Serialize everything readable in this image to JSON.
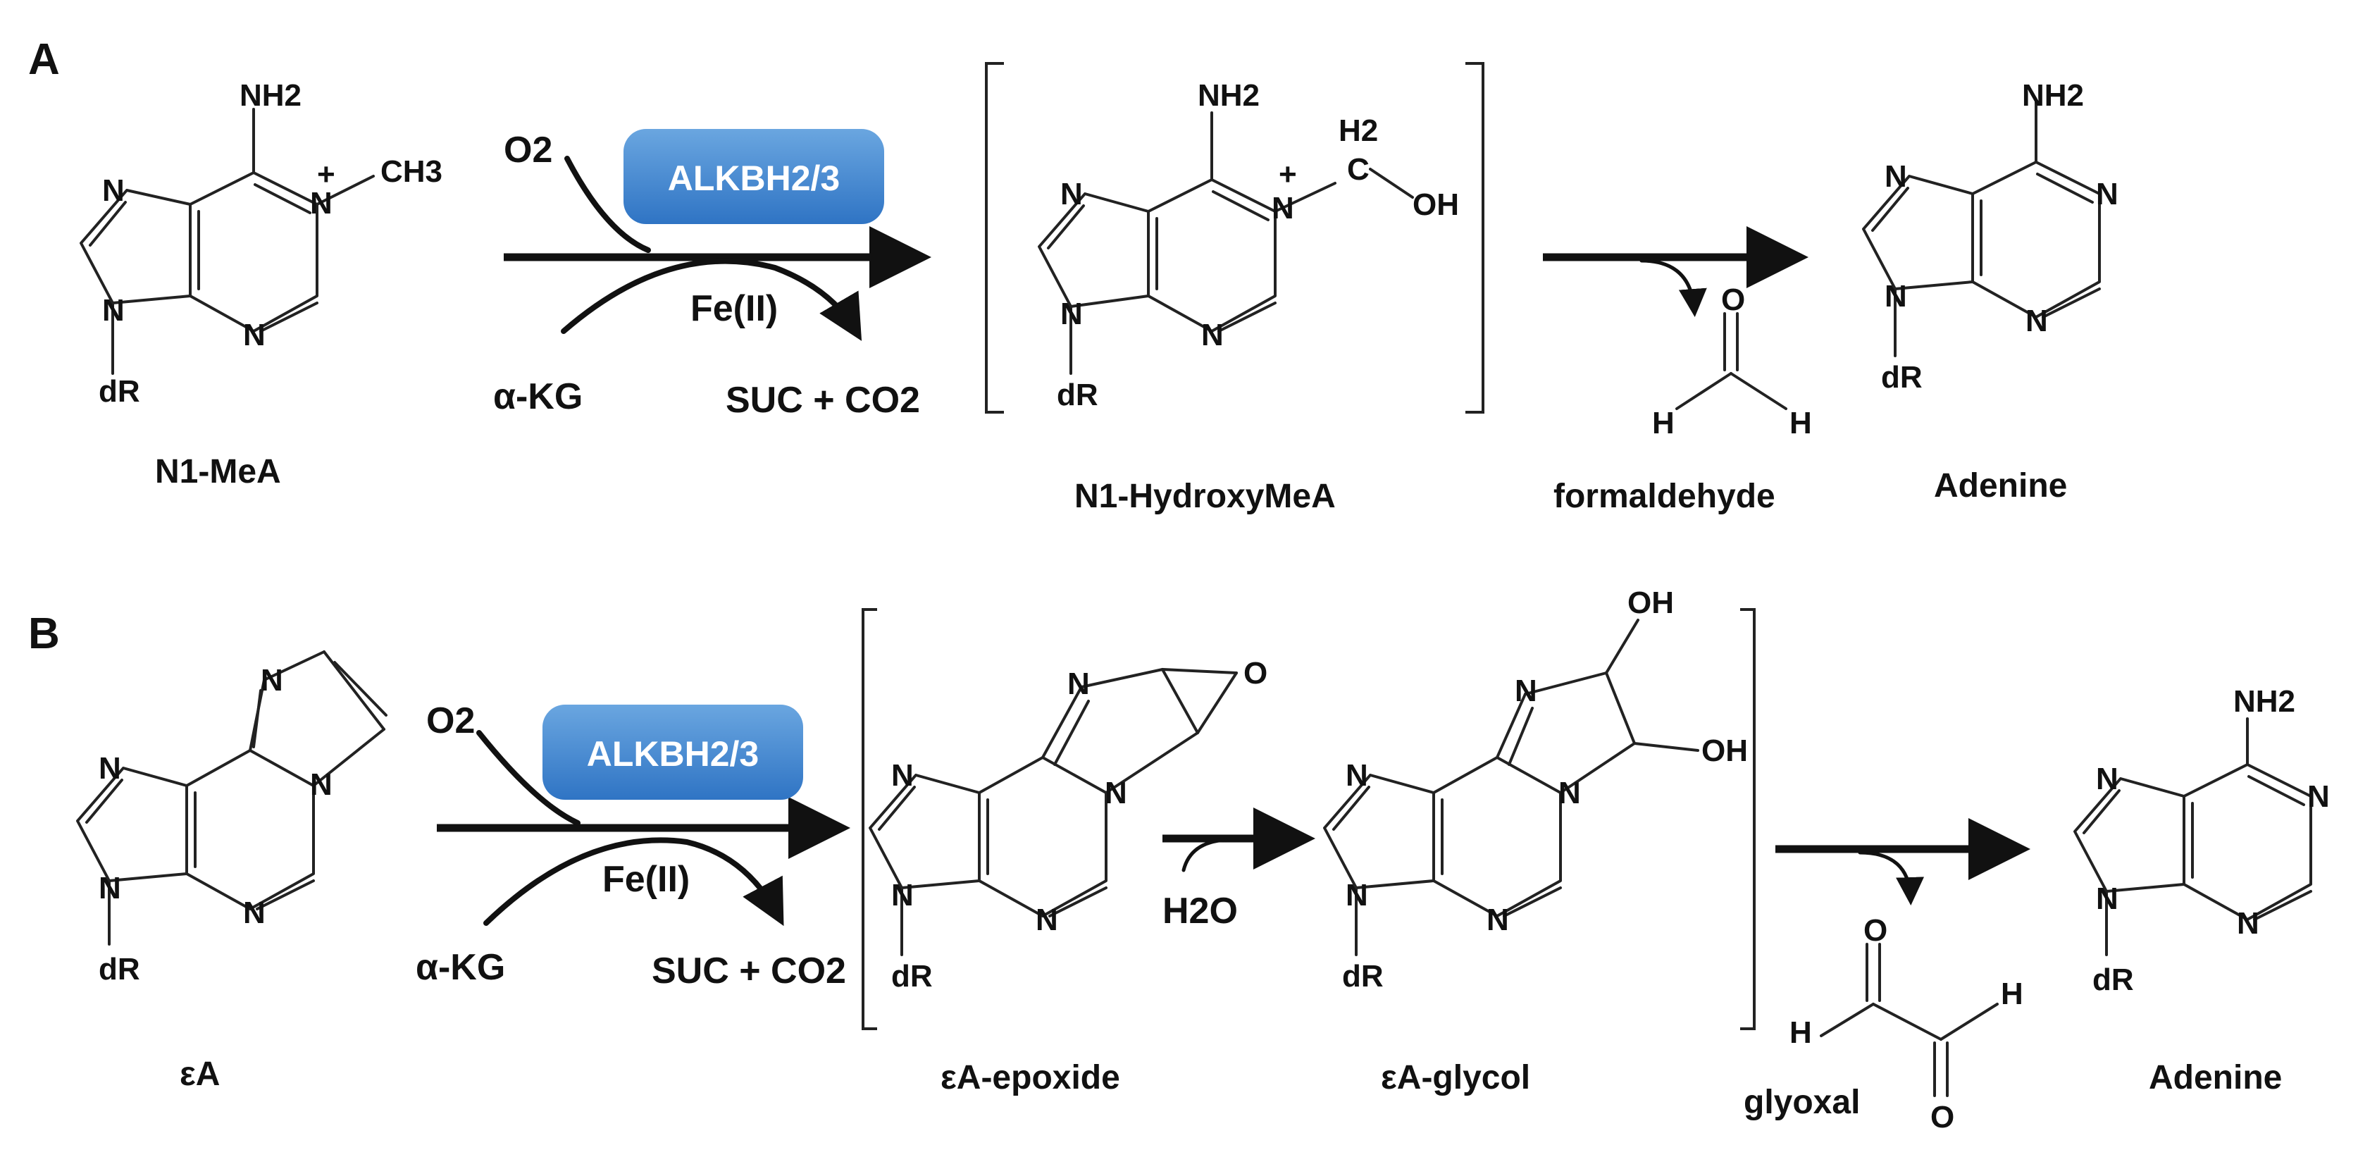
{
  "panel_a": {
    "letter": "A",
    "substrate_name": "N1-MeA",
    "enzyme": "ALKBH2/3",
    "cofactor_o2": "O2",
    "cofactor_akg": "α-KG",
    "cofactor_fe": "Fe(II)",
    "byproduct": "SUC + CO2",
    "intermediate_name": "N1-HydroxyMeA",
    "released_name": "formaldehyde",
    "product_name": "Adenine"
  },
  "panel_b": {
    "letter": "B",
    "substrate_name": "εA",
    "enzyme": "ALKBH2/3",
    "cofactor_o2": "O2",
    "cofactor_akg": "α-KG",
    "cofactor_fe": "Fe(II)",
    "byproduct": "SUC + CO2",
    "intermediate1_name": "εA-epoxide",
    "water": "H2O",
    "intermediate2_name": "εA-glycol",
    "released_name": "glyoxal",
    "product_name": "Adenine"
  },
  "atoms": {
    "nh2": "NH2",
    "ch3": "CH3",
    "ch2": "H2",
    "c_of_ch2": "C",
    "oh": "OH",
    "n": "N",
    "dr": "dR",
    "o": "O",
    "h": "H",
    "plus": "+"
  },
  "colors": {
    "pill_top": "#6aa6e0",
    "pill_bottom": "#2f74c4"
  }
}
